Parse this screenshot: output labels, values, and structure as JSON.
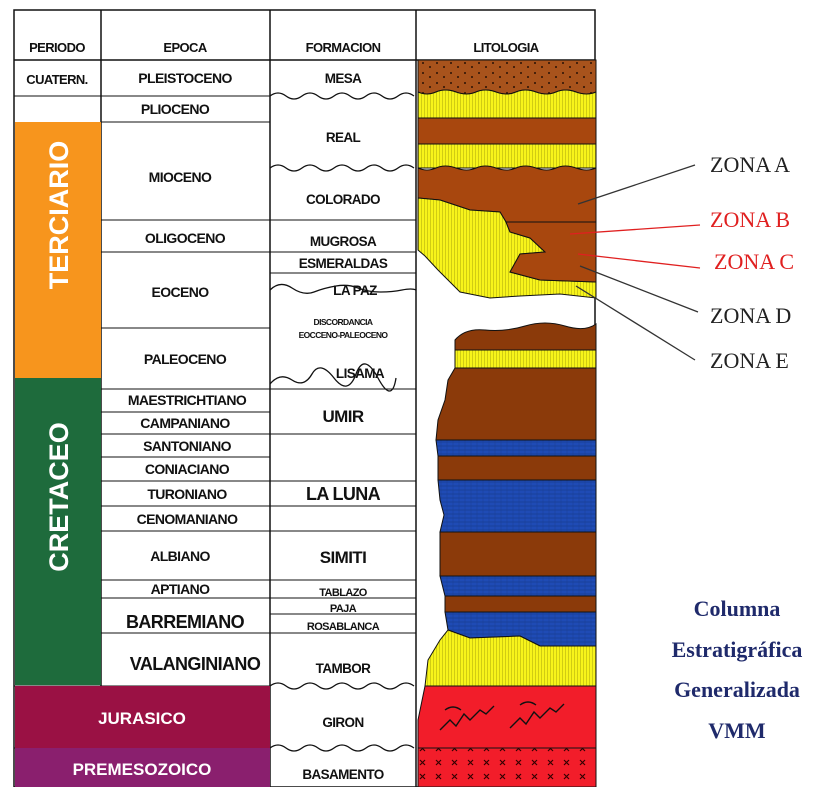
{
  "header": {
    "periodo": "PERIODO",
    "epoca": "EPOCA",
    "formacion": "FORMACION",
    "litologia": "LITOLOGIA"
  },
  "periods": {
    "cuatern": "CUATERN.",
    "terciario": "TERCIARIO",
    "cretaceo": "CRETACEO",
    "jurasico": "JURASICO",
    "premesozoico": "PREMESOZOICO"
  },
  "epochs": {
    "pleistoceno": "PLEISTOCENO",
    "plioceno": "PLIOCENO",
    "mioceno": "MIOCENO",
    "oligoceno": "OLIGOCENO",
    "eoceno": "EOCENO",
    "paleoceno": "PALEOCENO",
    "maestrichtiano": "MAESTRICHTIANO",
    "campaniano": "CAMPANIANO",
    "santoniano": "SANTONIANO",
    "coniaciano": "CONIACIANO",
    "turoniano": "TURONIANO",
    "cenomaniano": "CENOMANIANO",
    "albiano": "ALBIANO",
    "aptiano": "APTIANO",
    "barremiano": "BARREMIANO",
    "valanginiano": "VALANGINIANO"
  },
  "formations": {
    "mesa": "MESA",
    "real": "REAL",
    "colorado": "COLORADO",
    "mugrosa": "MUGROSA",
    "esmeraldas": "ESMERALDAS",
    "lapaz": "LA PAZ",
    "discordancia_1": "DISCORDANCIA",
    "discordancia_2": "EOCCENO-PALEOCENO",
    "lisama": "LISAMA",
    "umir": "UMIR",
    "laluna": "LA LUNA",
    "simiti": "SIMITI",
    "tablazo": "TABLAZO",
    "paja": "PAJA",
    "rosablanca": "ROSABLANCA",
    "tambor": "TAMBOR",
    "giron": "GIRON",
    "basamento": "BASAMENTO"
  },
  "zones": {
    "a": "ZONA A",
    "b": "ZONA B",
    "c": "ZONA C",
    "d": "ZONA D",
    "e": "ZONA E"
  },
  "caption": {
    "line1": "Columna",
    "line2": "Estratigráfica",
    "line3": "Generalizada",
    "line4": "VMM"
  },
  "colors": {
    "terciario": "#f7951d",
    "cretaceo": "#1e6b3c",
    "jurasico": "#9a1144",
    "premesozoico": "#8a1f6e",
    "sand_yellow": "#f7f41a",
    "shale_brown": "#a8470e",
    "shale_dark": "#8b3a0a",
    "limestone_blue": "#1f4bb5",
    "red_beds": "#f21d2a",
    "mesa": "#a8531c",
    "zone_red": "#e02020",
    "caption": "#1f2a6b"
  }
}
